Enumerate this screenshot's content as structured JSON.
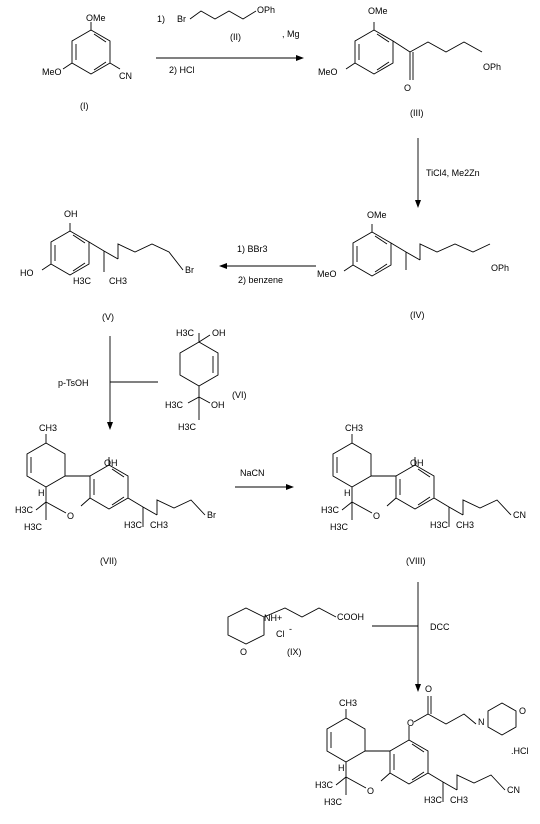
{
  "compounds": {
    "I": {
      "label": "(I)",
      "sub": [
        "OMe",
        "MeO",
        "CN"
      ]
    },
    "II": {
      "label": "(II)",
      "sub": [
        "Br",
        "OPh"
      ]
    },
    "III": {
      "label": "(III)",
      "sub": [
        "OMe",
        "MeO",
        "O",
        "OPh"
      ]
    },
    "IV": {
      "label": "(IV)",
      "sub": [
        "OMe",
        "MeO",
        "OPh"
      ]
    },
    "V": {
      "label": "(V)",
      "sub": [
        "OH",
        "HO",
        "H3C",
        "CH3",
        "Br"
      ]
    },
    "VI": {
      "label": "(VI)",
      "sub": [
        "H3C",
        "OH",
        "H3C",
        "OH",
        "H3C"
      ]
    },
    "VII": {
      "label": "(VII)",
      "sub": [
        "CH3",
        "OH",
        "H",
        "H3C",
        "H3C",
        "O",
        "H3C",
        "CH3",
        "Br"
      ]
    },
    "VIII": {
      "label": "(VIII)",
      "sub": [
        "CH3",
        "OH",
        "H",
        "H3C",
        "H3C",
        "O",
        "H3C",
        "CH3",
        "CN"
      ]
    },
    "IX": {
      "label": "(IX)",
      "sub": [
        "O",
        "NH+",
        "COOH",
        "Cl",
        "-"
      ]
    },
    "X": {
      "label": "",
      "sub": [
        "CH3",
        "O",
        "O",
        "N",
        "O",
        "H",
        "H3C",
        "H3C",
        "O",
        "H3C",
        "CH3",
        "CN"
      ],
      "salt": ".HCl"
    }
  },
  "reagents": {
    "step1_a": "1)",
    "step1_b": ", Mg",
    "step1_c": "2) HCl",
    "step2": "TiCl4, Me2Zn",
    "step3_a": "1) BBr3",
    "step3_b": "2) benzene",
    "step4": "p-TsOH",
    "step5": "NaCN",
    "step6": "DCC"
  }
}
